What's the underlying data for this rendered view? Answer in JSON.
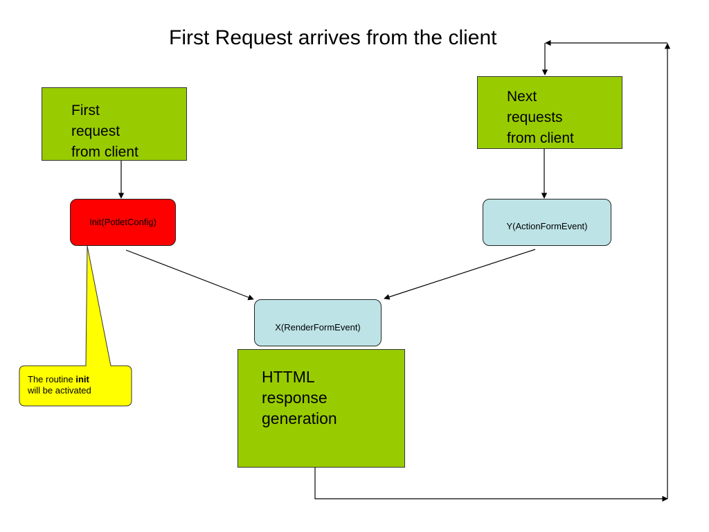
{
  "title": "First Request arrives from the client",
  "nodes": {
    "first_request": "First\nrequest\nfrom client",
    "next_requests": "Next\nrequests\nfrom client",
    "init": "Init(PotletConfig)",
    "action": "Y(ActionFormEvent)",
    "render": "X(RenderFormEvent)",
    "html_response": "HTTML\nresponse\ngeneration"
  },
  "callout": {
    "prefix": "The routine ",
    "bold": "init",
    "suffix": "will be activated"
  },
  "colors": {
    "green_box": "#99cc00",
    "red_box": "#ff0000",
    "blue_box": "#bde3e6",
    "callout": "#ffff00"
  }
}
